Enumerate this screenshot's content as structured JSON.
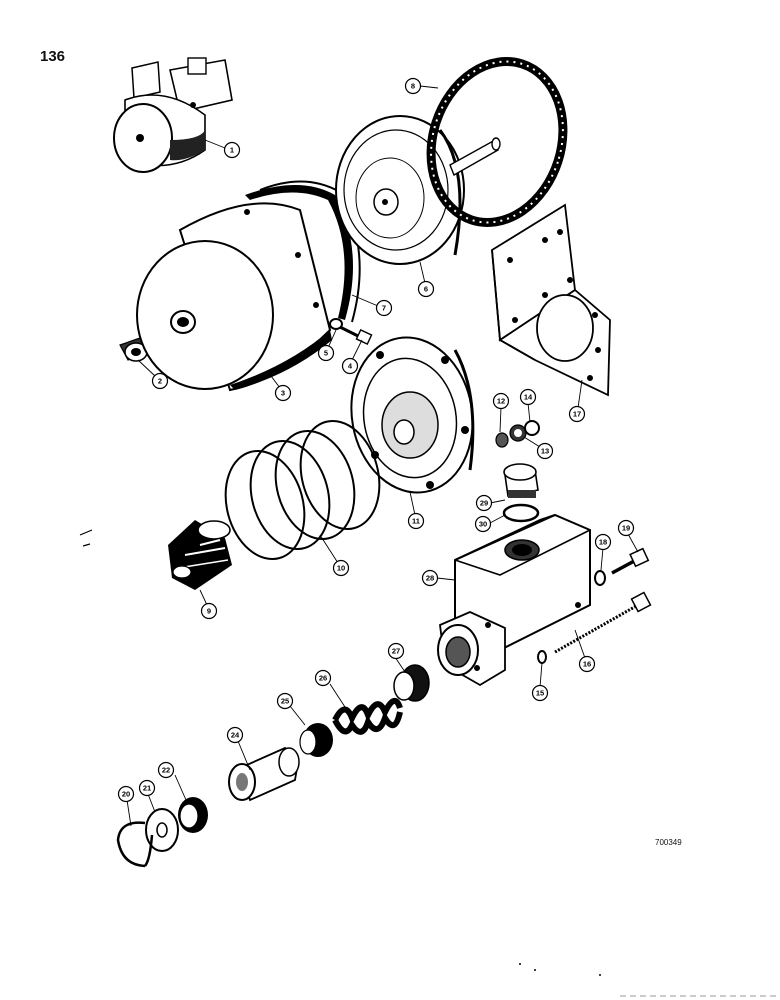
{
  "page_number": "136",
  "figure_ref": "700349",
  "callouts": [
    {
      "id": "1",
      "label": "1"
    },
    {
      "id": "2",
      "label": "2"
    },
    {
      "id": "3",
      "label": "3"
    },
    {
      "id": "4",
      "label": "4"
    },
    {
      "id": "5",
      "label": "5"
    },
    {
      "id": "6",
      "label": "6"
    },
    {
      "id": "7",
      "label": "7"
    },
    {
      "id": "8",
      "label": "8"
    },
    {
      "id": "9",
      "label": "9"
    },
    {
      "id": "10",
      "label": "10"
    },
    {
      "id": "11",
      "label": "11"
    },
    {
      "id": "12",
      "label": "12"
    },
    {
      "id": "13",
      "label": "13"
    },
    {
      "id": "14",
      "label": "14"
    },
    {
      "id": "15",
      "label": "15"
    },
    {
      "id": "16",
      "label": "16"
    },
    {
      "id": "17",
      "label": "17"
    },
    {
      "id": "18",
      "label": "18"
    },
    {
      "id": "19",
      "label": "19"
    },
    {
      "id": "20",
      "label": "20"
    },
    {
      "id": "21",
      "label": "21"
    },
    {
      "id": "22",
      "label": "22"
    },
    {
      "id": "24",
      "label": "24"
    },
    {
      "id": "25",
      "label": "25"
    },
    {
      "id": "26",
      "label": "26"
    },
    {
      "id": "27",
      "label": "27"
    },
    {
      "id": "28",
      "label": "28"
    },
    {
      "id": "29",
      "label": "29"
    },
    {
      "id": "30",
      "label": "30"
    }
  ]
}
